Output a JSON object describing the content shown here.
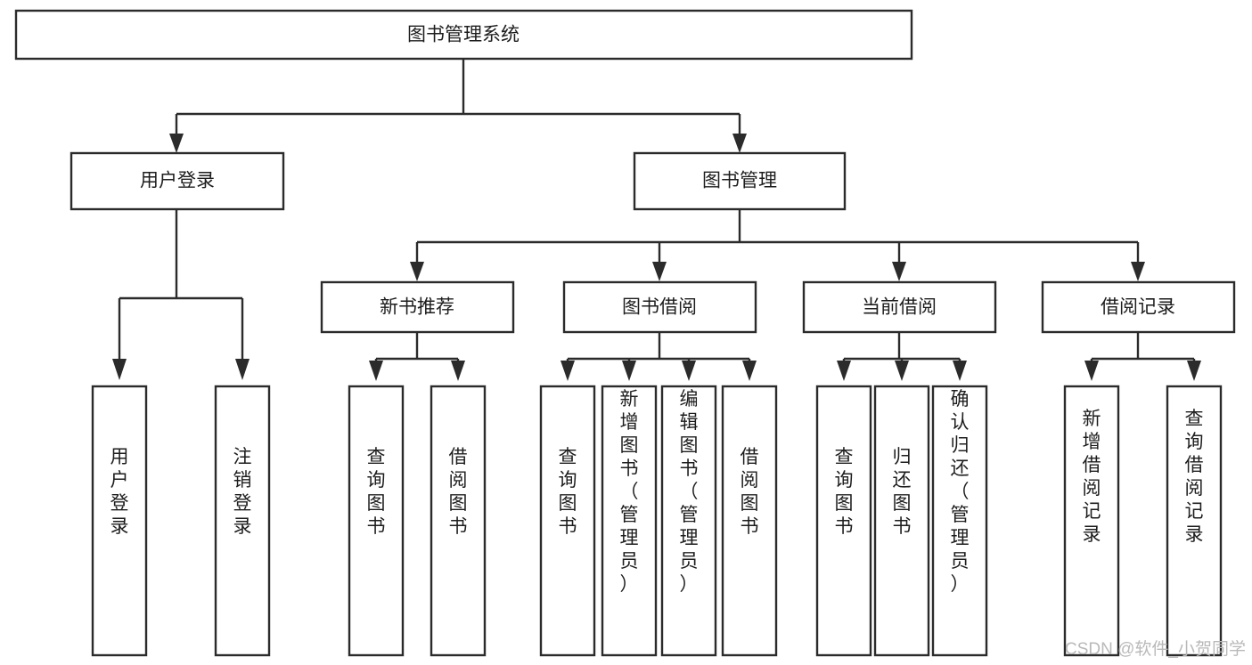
{
  "diagram": {
    "type": "tree",
    "orientation": "top-down",
    "title": "图书管理系统",
    "root": {
      "id": "root",
      "label": "图书管理系统"
    },
    "level2": [
      {
        "id": "user-login",
        "label": "用户登录"
      },
      {
        "id": "book-manage",
        "label": "图书管理"
      }
    ],
    "level3": [
      {
        "id": "new-book-recommend",
        "label": "新书推荐",
        "parent": "book-manage"
      },
      {
        "id": "book-borrow",
        "label": "图书借阅",
        "parent": "book-manage"
      },
      {
        "id": "current-borrow",
        "label": "当前借阅",
        "parent": "book-manage"
      },
      {
        "id": "borrow-record",
        "label": "借阅记录",
        "parent": "book-manage"
      }
    ],
    "leaves": {
      "user-login": [
        {
          "id": "leaf-user-login",
          "label": "用户登录"
        },
        {
          "id": "leaf-user-logout",
          "label": "注销登录"
        }
      ],
      "new-book-recommend": [
        {
          "id": "leaf-query-book-1",
          "label": "查询图书"
        },
        {
          "id": "leaf-borrow-book-1",
          "label": "借阅图书"
        }
      ],
      "book-borrow": [
        {
          "id": "leaf-query-book-2",
          "label": "查询图书"
        },
        {
          "id": "leaf-add-book",
          "label": "新增图书（管理员）"
        },
        {
          "id": "leaf-edit-book",
          "label": "编辑图书（管理员）"
        },
        {
          "id": "leaf-borrow-book-2",
          "label": "借阅图书"
        }
      ],
      "current-borrow": [
        {
          "id": "leaf-query-book-3",
          "label": "查询图书"
        },
        {
          "id": "leaf-return-book",
          "label": "归还图书"
        },
        {
          "id": "leaf-confirm-return",
          "label": "确认归还（管理员）"
        }
      ],
      "borrow-record": [
        {
          "id": "leaf-add-record",
          "label": "新增借阅记录"
        },
        {
          "id": "leaf-query-record",
          "label": "查询借阅记录"
        }
      ]
    }
  },
  "watermark": {
    "text": "CSDN @软件_小贺同学"
  },
  "colors": {
    "box_stroke": "#2b2b2b",
    "box_fill": "#ffffff",
    "text": "#1d1d1d",
    "watermark": "#b9b9b9",
    "background": "#ffffff"
  }
}
